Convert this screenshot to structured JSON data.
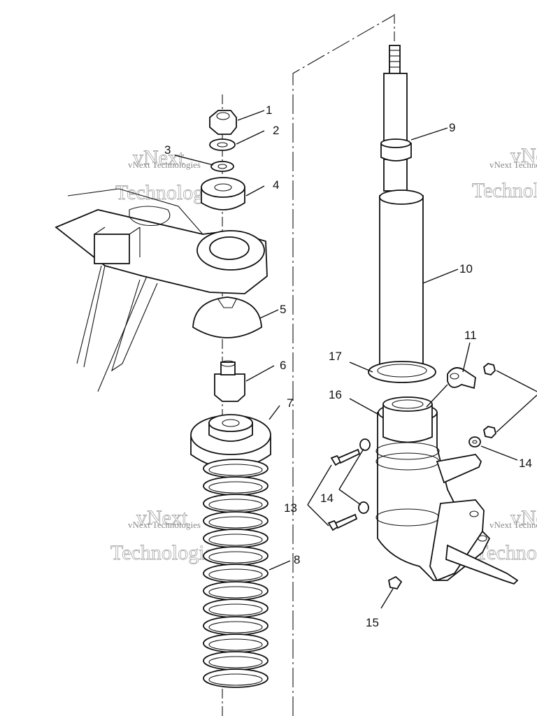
{
  "watermarks": {
    "company_small": "vNext Technologies",
    "company_big_1": "vNext",
    "company_big_2": "Technologies"
  },
  "callouts": {
    "c1": "1",
    "c2": "2",
    "c3": "3",
    "c4": "4",
    "c5": "5",
    "c6": "6",
    "c7": "7",
    "c8": "8",
    "c9": "9",
    "c10": "10",
    "c11": "11",
    "c13": "13",
    "c14a": "14",
    "c14b": "14",
    "c15": "15",
    "c16": "16",
    "c17": "17"
  }
}
